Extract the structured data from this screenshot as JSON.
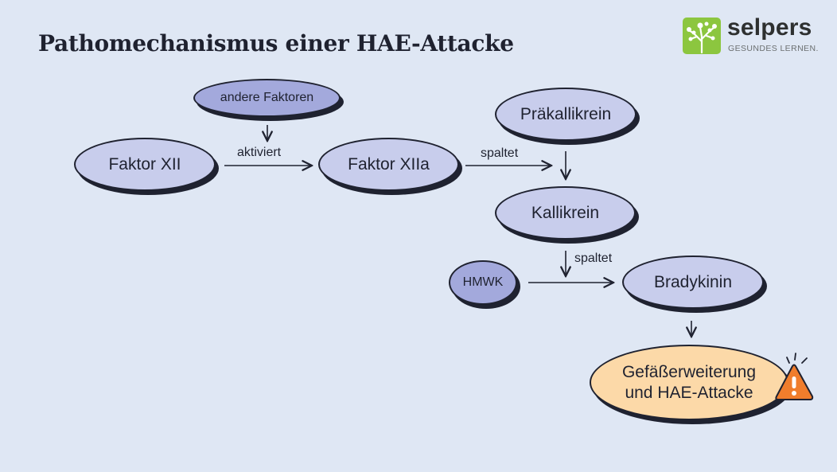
{
  "title": "Pathomechanismus einer HAE-Attacke",
  "logo": {
    "name": "selpers",
    "tagline": "GESUNDES LERNEN."
  },
  "nodes": {
    "andere_faktoren": "andere Faktoren",
    "faktor_xii": "Faktor XII",
    "faktor_xiia": "Faktor XIIa",
    "praekallikrein": "Präkallikrein",
    "kallikrein": "Kallikrein",
    "hmwk": "HMWK",
    "bradykinin": "Bradykinin",
    "outcome_line1": "Gefäßerweiterung",
    "outcome_line2": "und HAE-Attacke"
  },
  "edges": {
    "aktiviert": "aktiviert",
    "spaltet_1": "spaltet",
    "spaltet_2": "spaltet"
  },
  "colors": {
    "background": "#dfe7f4",
    "node_fill": "#c8cdec",
    "node_fill_dark": "#a3a9dc",
    "outcome_fill": "#fcd9a8",
    "warning": "#f07d2c",
    "logo_green": "#8cc63f"
  },
  "icons": {
    "warning": "warning-icon",
    "logo": "tree-logo-icon"
  }
}
